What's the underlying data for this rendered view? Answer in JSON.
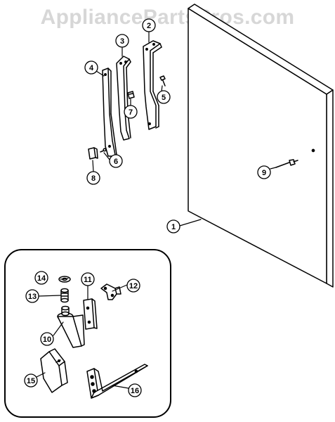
{
  "watermark": "AppliancePartsPros.com",
  "callouts": {
    "c1": "1",
    "c2": "2",
    "c3": "3",
    "c4": "4",
    "c5": "5",
    "c6": "6",
    "c7": "7",
    "c8": "8",
    "c9": "9",
    "c10": "10",
    "c11": "11",
    "c12": "12",
    "c13": "13",
    "c14": "14",
    "c15": "15",
    "c16": "16"
  },
  "colors": {
    "line": "#000000",
    "watermark": "#d7d7d7",
    "background": "#ffffff"
  }
}
